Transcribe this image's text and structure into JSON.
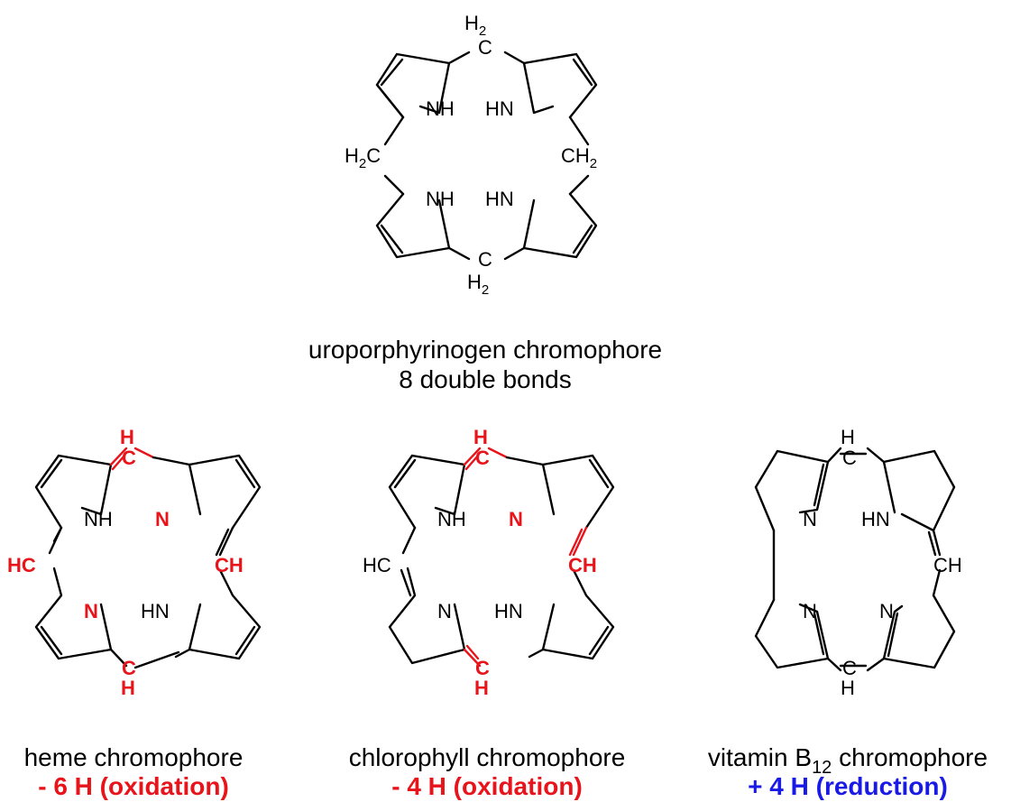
{
  "colors": {
    "oxidation": "#e8141b",
    "reduction": "#1a1ae6",
    "ink": "#000000"
  },
  "uro": {
    "caption1": "uroporphyrinogen chromophore",
    "caption2": "8 double bonds",
    "h2_top": "H",
    "h2_bottom": "H",
    "h2_left": "H",
    "h2_right": "CH",
    "sub2": "2",
    "c": "C",
    "nh": "NH",
    "hn": "HN"
  },
  "heme": {
    "caption1": "heme chromophore",
    "caption2": "- 6 H (oxidation)",
    "h": "H",
    "c": "C",
    "hc": "HC",
    "ch": "CH",
    "n": "N",
    "nh": "NH",
    "hn": "HN"
  },
  "chl": {
    "caption1": "chlorophyll chromophore",
    "caption2": "- 4 H (oxidation)",
    "h": "H",
    "c": "C",
    "hc": "HC",
    "ch": "CH",
    "n": "N",
    "nh": "NH",
    "hn": "HN"
  },
  "b12": {
    "caption1_pre": "vitamin B",
    "caption1_sub": "12",
    "caption1_post": " chromophore",
    "caption2": "+ 4 H (reduction)",
    "h": "H",
    "c": "C",
    "ch": "CH",
    "n": "N",
    "hn": "HN"
  }
}
